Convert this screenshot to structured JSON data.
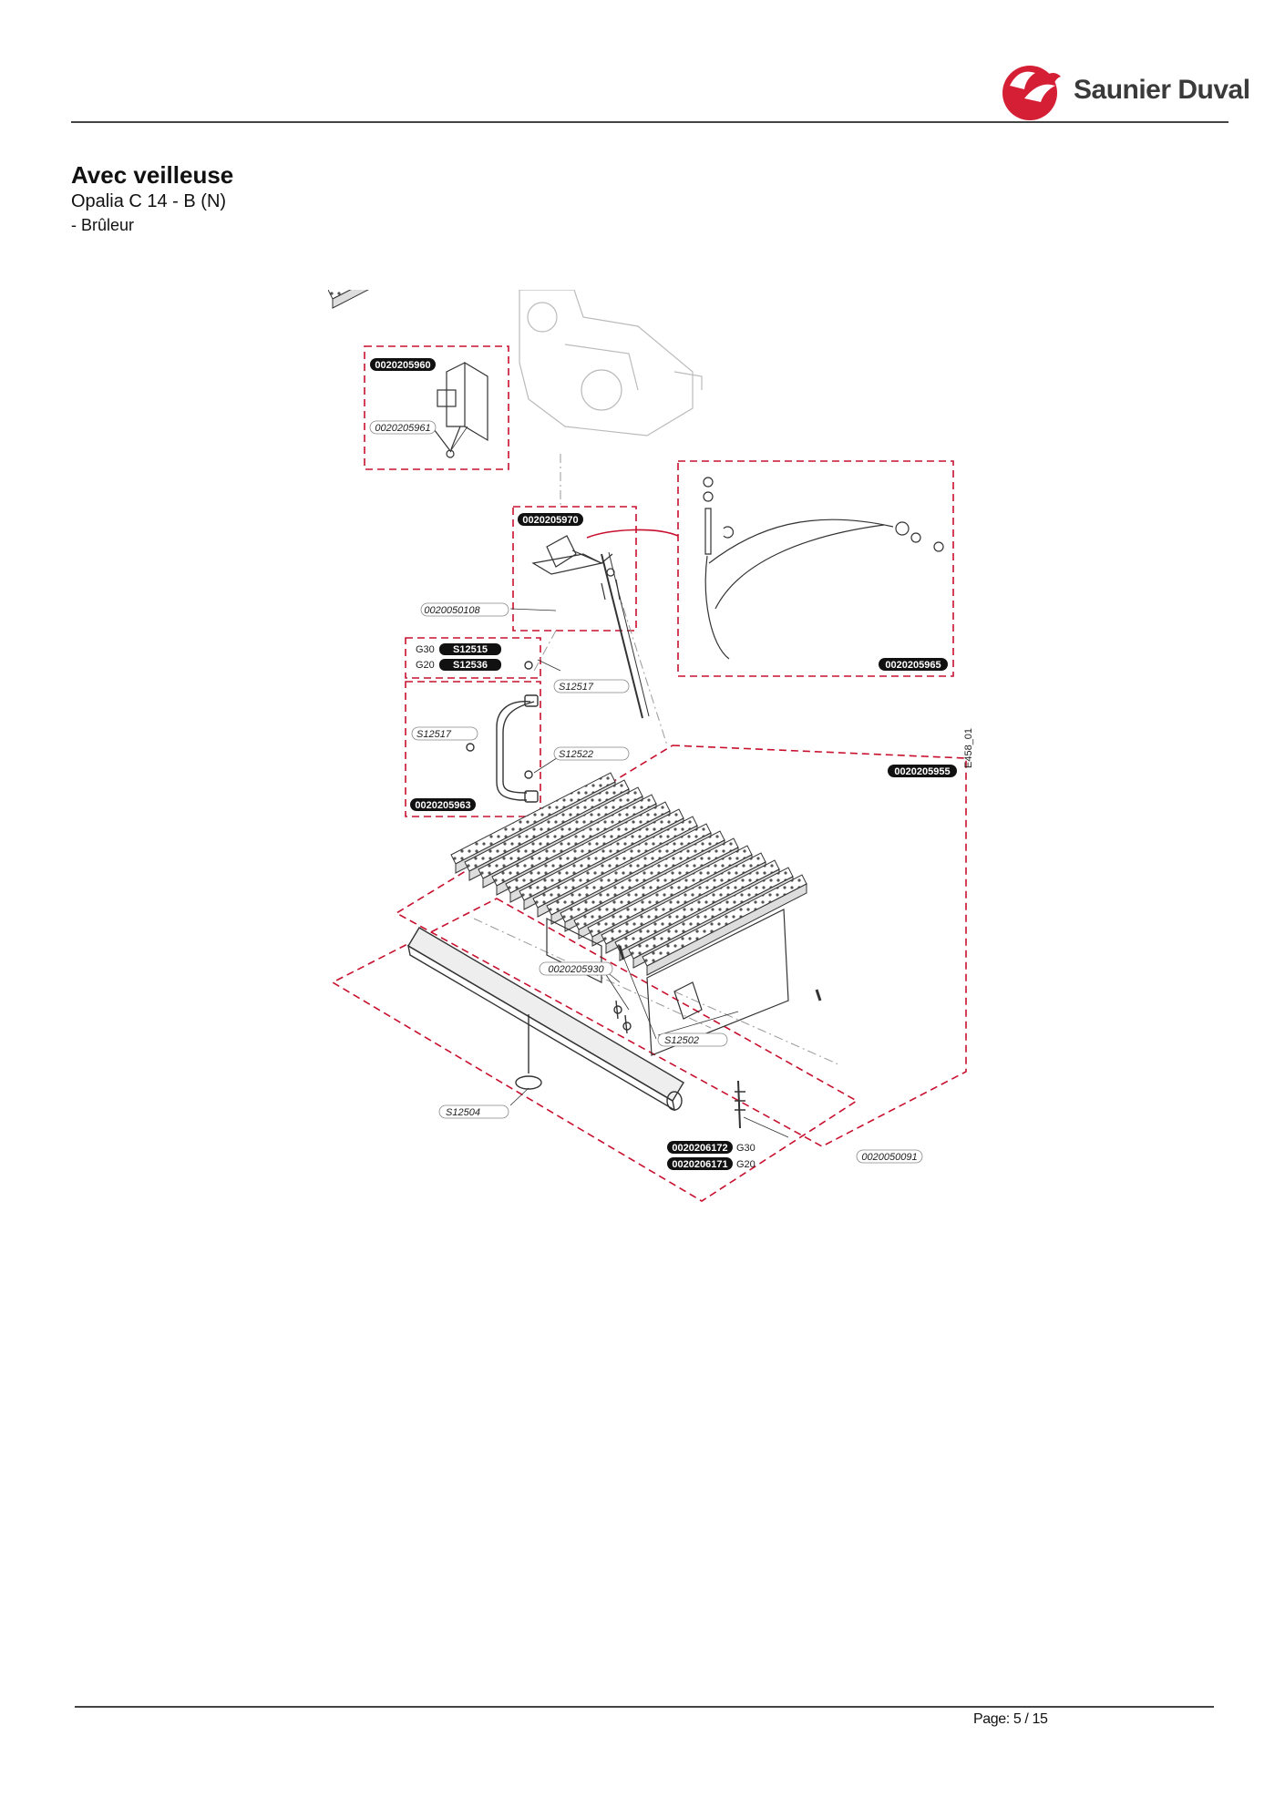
{
  "header": {
    "brand": "Saunier Duval",
    "brand_color": "#d51f35"
  },
  "document": {
    "title": "Avec veilleuse",
    "subtitle": "Opalia C 14 - B (N)",
    "section": "- Brûleur"
  },
  "diagram": {
    "image_code": "E458_01",
    "labels": {
      "p_0020205960": "0020205960",
      "p_0020205961": "0020205961",
      "p_0020205970": "0020205970",
      "p_0020050108": "0020050108",
      "g30": "G30",
      "g20": "G20",
      "p_s12515": "S12515",
      "p_s12536": "S12536",
      "p_s12517_a": "S12517",
      "p_s12517_b": "S12517",
      "p_s12522": "S12522",
      "p_0020205963": "0020205963",
      "p_0020205965": "0020205965",
      "p_0020205955": "0020205955",
      "p_0020205930": "0020205930",
      "p_s12502": "S12502",
      "p_s12504": "S12504",
      "p_0020206172": "0020206172",
      "p_0020206171": "0020206171",
      "g30_b": "G30",
      "g20_b": "G20",
      "p_0020050091": "0020050091"
    }
  },
  "footer": {
    "page": "Page: 5 / 15"
  }
}
